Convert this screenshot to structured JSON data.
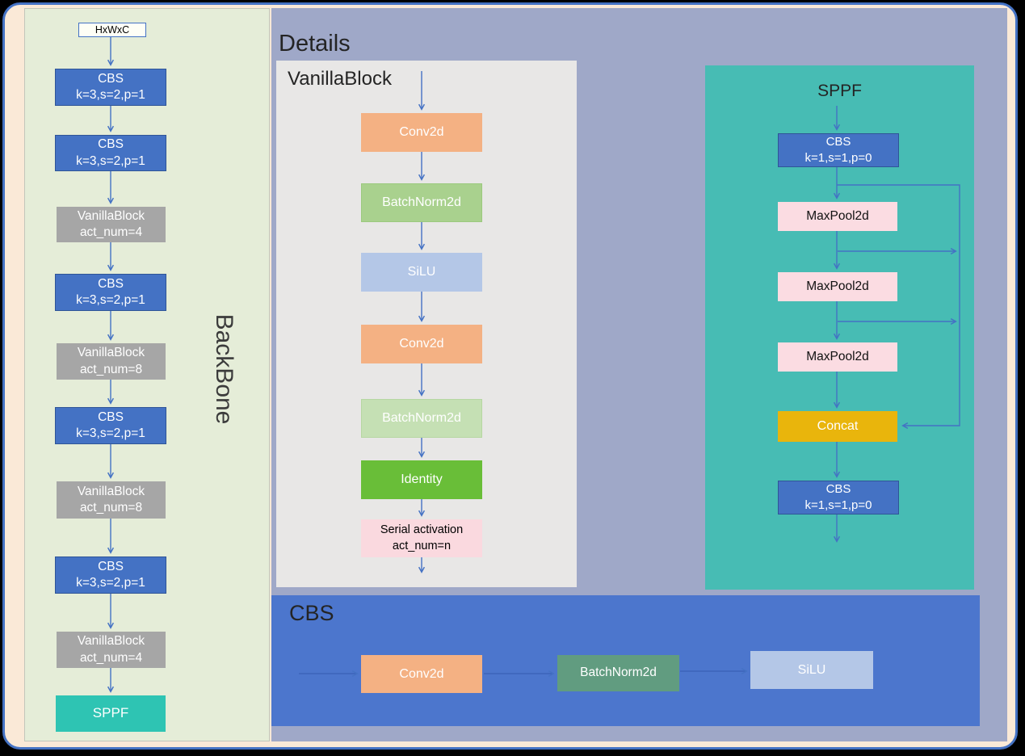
{
  "backbone": {
    "title": "BackBone",
    "input": "HxWxC",
    "nodes": [
      {
        "l1": "CBS",
        "l2": "k=3,s=2,p=1"
      },
      {
        "l1": "CBS",
        "l2": "k=3,s=2,p=1"
      },
      {
        "l1": "VanillaBlock",
        "l2": "act_num=4"
      },
      {
        "l1": "CBS",
        "l2": "k=3,s=2,p=1"
      },
      {
        "l1": "VanillaBlock",
        "l2": "act_num=8"
      },
      {
        "l1": "CBS",
        "l2": "k=3,s=2,p=1"
      },
      {
        "l1": "VanillaBlock",
        "l2": "act_num=8"
      },
      {
        "l1": "CBS",
        "l2": "k=3,s=2,p=1"
      },
      {
        "l1": "VanillaBlock",
        "l2": "act_num=4"
      },
      {
        "l1": "SPPF"
      }
    ]
  },
  "details": {
    "title": "Details"
  },
  "vanillablock_panel": {
    "title": "VanillaBlock",
    "nodes": [
      "Conv2d",
      "BatchNorm2d",
      "SiLU",
      "Conv2d",
      "BatchNorm2d",
      "Identity"
    ],
    "serial": {
      "l1": "Serial activation",
      "l2": "act_num=n"
    }
  },
  "sppf_panel": {
    "title": "SPPF",
    "cbs_top": {
      "l1": "CBS",
      "l2": "k=1,s=1,p=0"
    },
    "maxpools": [
      "MaxPool2d",
      "MaxPool2d",
      "MaxPool2d"
    ],
    "concat": "Concat",
    "cbs_bottom": {
      "l1": "CBS",
      "l2": "k=1,s=1,p=0"
    }
  },
  "cbs_panel": {
    "title": "CBS",
    "nodes": [
      "Conv2d",
      "BatchNorm2d",
      "SiLU"
    ]
  },
  "colors": {
    "arrow": "#4472C4",
    "cbs_box": "#4472C4",
    "cbs_box_border": "#2F5597",
    "vanilla_gray": "#A6A6A6",
    "sppf_teal_box": "#2EC4B3",
    "sppf_panel_bg": "#47BCB4",
    "details_bg": "#9FA8C8",
    "backbone_bg": "#E5EDD8",
    "vanilla_panel_bg": "#E8E7E6",
    "cbs_panel_bg": "#4C76CD",
    "conv_orange": "#F4B183",
    "batchnorm_green": "#A9D18E",
    "batchnorm_light_green": "#C5E0B4",
    "batchnorm_teal": "#619C80",
    "silu_blue": "#B4C7E7",
    "identity_green": "#69BE38",
    "serial_pink": "#FAD9DF",
    "maxpool_pink": "#FBDCE2",
    "concat_gold": "#E9B50C",
    "frame_fill": "#FAE9D7"
  }
}
